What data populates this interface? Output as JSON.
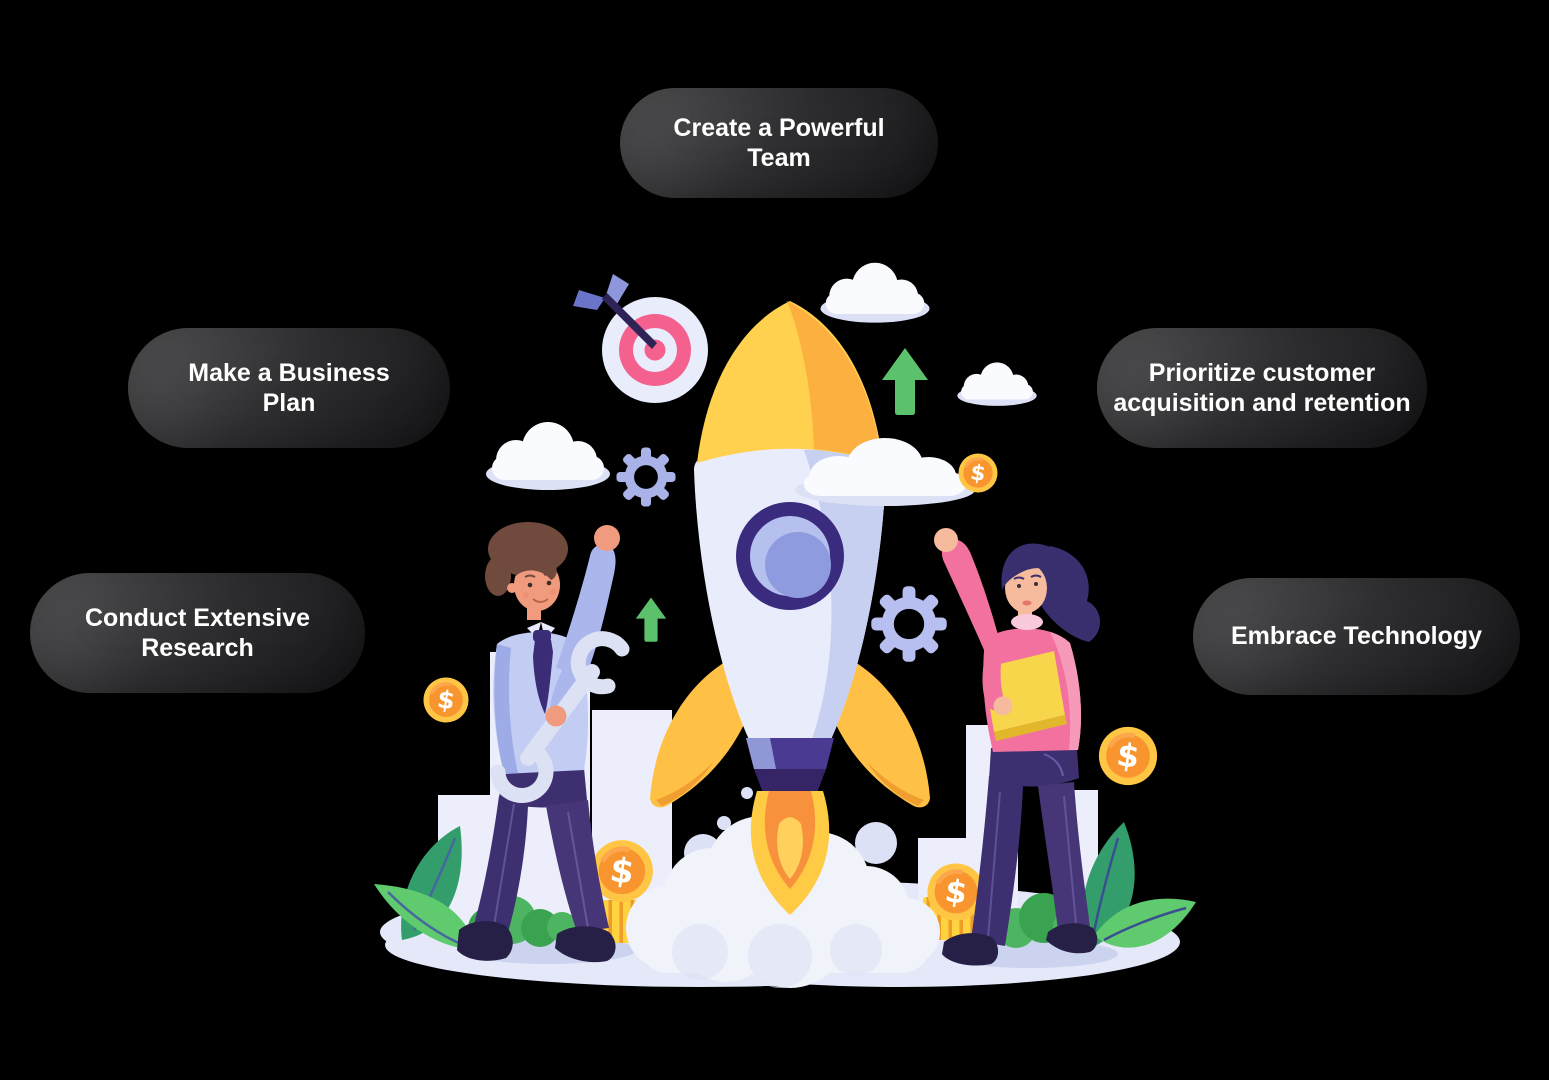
{
  "pills": [
    {
      "id": "create-team",
      "label": "Create a Powerful Team"
    },
    {
      "id": "business-plan",
      "label": "Make a Business Plan"
    },
    {
      "id": "research",
      "label": "Conduct Extensive Research"
    },
    {
      "id": "customer",
      "label": "Prioritize customer acquisition and retention"
    },
    {
      "id": "technology",
      "label": "Embrace Technology"
    }
  ],
  "coins": {
    "symbol": "$"
  },
  "colors": {
    "background": "#000000",
    "pill_grad_start": "#59595b",
    "pill_grad_end": "#141416",
    "pill_text": "#ffffff",
    "rocket_yellow": "#ffd14e",
    "rocket_orange": "#fbb03f",
    "rocket_body": "#e9edfb",
    "rocket_shade": "#c7d0f0",
    "deep_purple": "#3a2b7e",
    "flame_yellow": "#ffcb44",
    "flame_orange": "#f8913b",
    "arrow_green": "#5cc16c",
    "gear_lavender": "#a9b3e8",
    "target_pink": "#f4618e",
    "coin_gold": "#ffc645",
    "coin_orange": "#f8952f",
    "leaf_dark": "#339e6b",
    "leaf_light": "#5fcb6e",
    "bush_green": "#4db561",
    "skin": "#f09a7e",
    "shirt_periwinkle": "#aab6ec",
    "sweater_pink": "#f2719f",
    "folder_yellow": "#f7d64b",
    "pants_purple": "#3e3070",
    "hair_brown": "#6f4a3d",
    "hair_indigo": "#3a2f6e",
    "ground_lavender": "#e4e8f8",
    "smoke_white": "#f1f3fb"
  }
}
